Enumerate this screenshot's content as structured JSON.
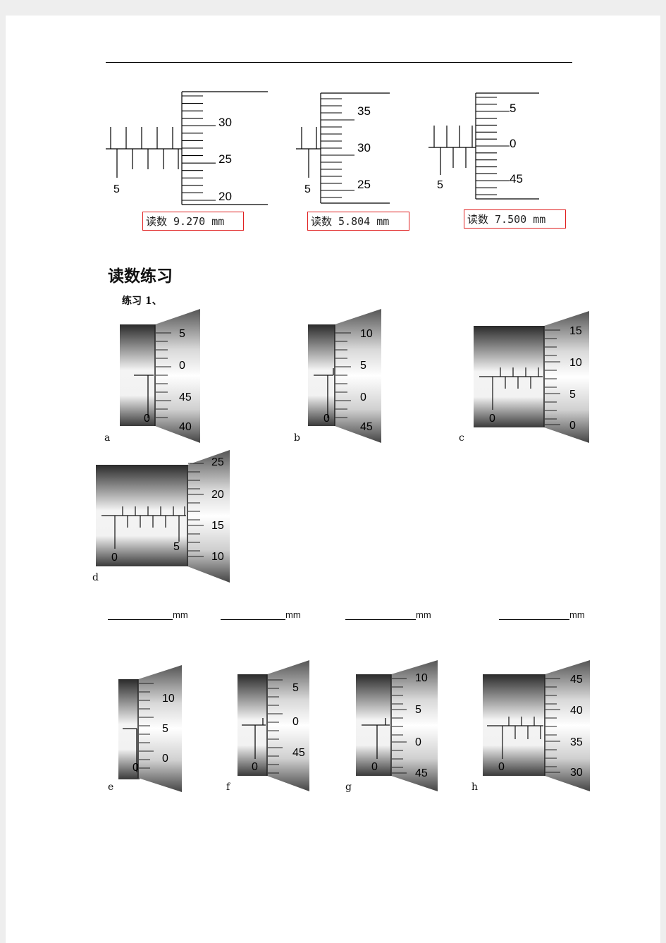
{
  "examples": [
    {
      "reading_label": "读数 9.270 mm",
      "sleeve_label": "5",
      "thimble_labels": [
        "30",
        "25",
        "20"
      ]
    },
    {
      "reading_label": "读数 5.804 mm",
      "sleeve_label": "5",
      "thimble_labels": [
        "35",
        "30",
        "25"
      ]
    },
    {
      "reading_label": "读数 7.500 mm",
      "sleeve_label": "5",
      "thimble_labels": [
        "5",
        "0",
        "45"
      ]
    }
  ],
  "section_title": "读数练习",
  "exercise_title": "练习 1、",
  "photos_row1": [
    {
      "letter": "a",
      "sleeve_label": "0",
      "thimble_labels": [
        "5",
        "0",
        "45",
        "40"
      ]
    },
    {
      "letter": "b",
      "sleeve_label": "0",
      "thimble_labels": [
        "10",
        "5",
        "0",
        "45"
      ]
    },
    {
      "letter": "c",
      "sleeve_label": "0",
      "thimble_labels": [
        "15",
        "10",
        "5",
        "0"
      ]
    }
  ],
  "photo_d": {
    "letter": "d",
    "sleeve_labels": [
      "0",
      "5"
    ],
    "thimble_labels": [
      "25",
      "20",
      "15",
      "10"
    ]
  },
  "answer_unit": "mm",
  "photos_row2": [
    {
      "letter": "e",
      "sleeve_label": "0",
      "thimble_labels": [
        "10",
        "5",
        "0"
      ]
    },
    {
      "letter": "f",
      "sleeve_label": "0",
      "thimble_labels": [
        "5",
        "0",
        "45"
      ]
    },
    {
      "letter": "g",
      "sleeve_label": "0",
      "thimble_labels": [
        "10",
        "5",
        "0",
        "45"
      ]
    },
    {
      "letter": "h",
      "sleeve_label": "0",
      "thimble_labels": [
        "45",
        "40",
        "35",
        "30"
      ]
    }
  ]
}
